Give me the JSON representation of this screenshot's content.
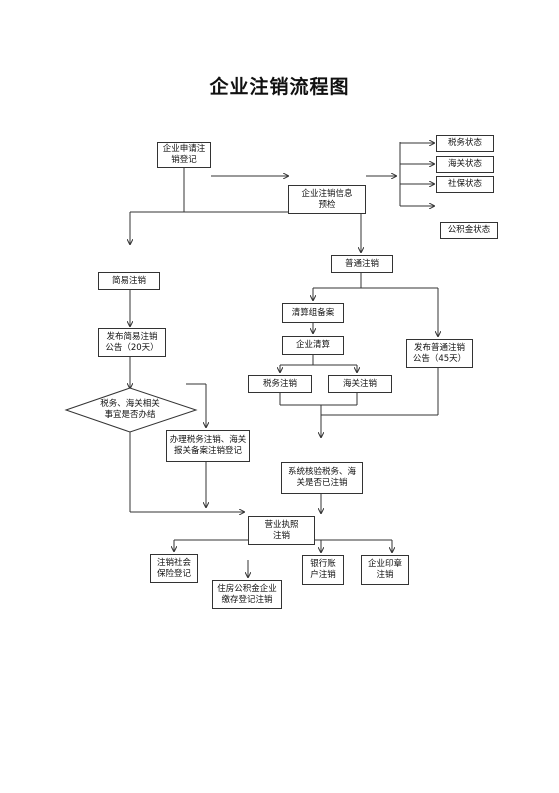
{
  "title": "企业注销流程图",
  "nodes": {
    "apply": "企业申请注\n销登记",
    "precheck": "企业注销信息\n预检",
    "tax_status": "税务状态",
    "customs_status": "海关状态",
    "social_status": "社保状态",
    "fund_status": "公积金状态",
    "simple": "简易注销",
    "normal": "普通注销",
    "simple_notice": "发布简易注销\n公告（20天）",
    "liquidation_filing": "清算组备案",
    "liquidation": "企业清算",
    "tax_cancel": "税务注销",
    "customs_cancel": "海关注销",
    "normal_notice": "发布普通注销\n公告（45天）",
    "decision": "税务、海关相关\n事宜是否办结",
    "handle_cancel": "办理税务注销、海关\n报关备案注销登记",
    "system_check": "系统核验税务、海\n关是否已注销",
    "license_cancel": "营业执照\n注销",
    "social_cancel": "注销社会\n保险登记",
    "bank_cancel": "银行账\n户注销",
    "seal_cancel": "企业印章\n注销",
    "housing_fund_cancel": "住房公积金企业\n缴存登记注销"
  }
}
